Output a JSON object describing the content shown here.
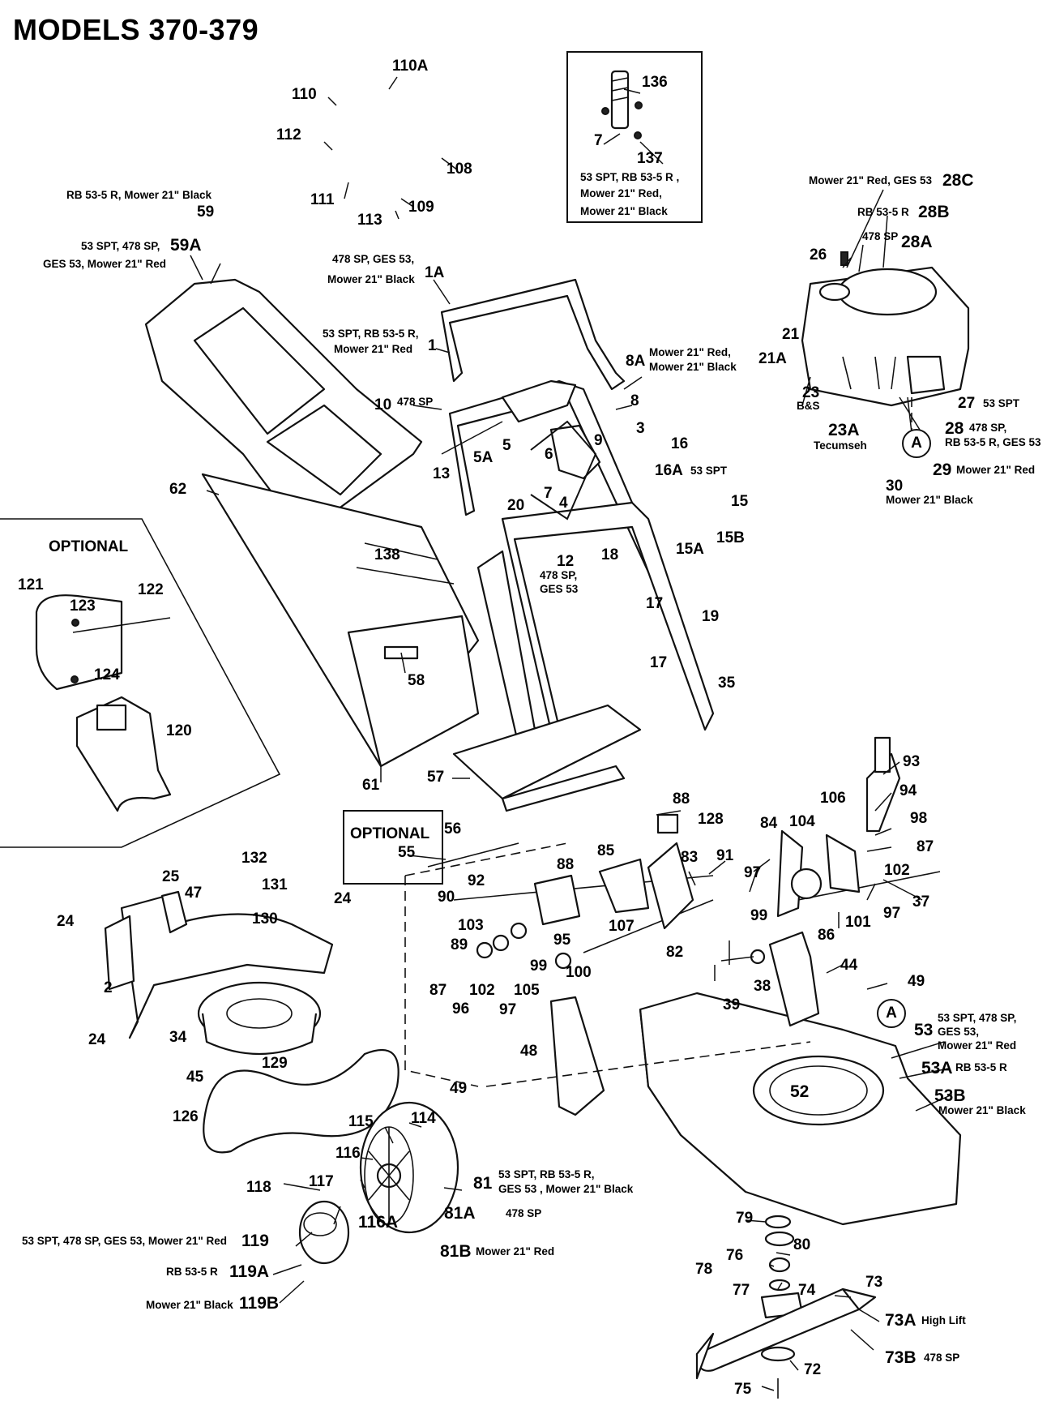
{
  "title": "MODELS 370-379",
  "optional_label": "OPTIONAL",
  "connector_label": "A",
  "callouts": {
    "c136": "136",
    "c7a": "7",
    "c137": "137",
    "c110A": "110A",
    "c110": "110",
    "c112": "112",
    "c108": "108",
    "c111": "111",
    "c109": "109",
    "c113": "113",
    "c59": "59",
    "c59A": "59A",
    "c1A": "1A",
    "c1": "1",
    "c8A": "8A",
    "c8": "8",
    "c10": "10",
    "c3": "3",
    "c16": "16",
    "c16A": "16A",
    "c6": "6",
    "c9": "9",
    "c5": "5",
    "c5A": "5A",
    "c13": "13",
    "c7b": "7",
    "c4": "4",
    "c20": "20",
    "c15": "15",
    "c15A": "15A",
    "c15B": "15B",
    "c18": "18",
    "c12": "12",
    "c17a": "17",
    "c17b": "17",
    "c19": "19",
    "c35": "35",
    "c62": "62",
    "c138": "138",
    "c58": "58",
    "c61": "61",
    "c57": "57",
    "c121": "121",
    "c123": "123",
    "c122": "122",
    "c124": "124",
    "c120": "120",
    "c28C": "28C",
    "c28B": "28B",
    "c28A": "28A",
    "c26": "26",
    "c21": "21",
    "c21A": "21A",
    "c23": "23",
    "c23A": "23A",
    "c27": "27",
    "c28": "28",
    "c29": "29",
    "c30": "30",
    "c93": "93",
    "c94": "94",
    "c106": "106",
    "c84": "84",
    "c104": "104",
    "c98": "98",
    "c87a": "87",
    "c102a": "102",
    "c88a": "88",
    "c128": "128",
    "c56": "56",
    "c55": "55",
    "c85": "85",
    "c83": "83",
    "c91": "91",
    "c97a": "97",
    "c92": "92",
    "c88b": "88",
    "c90": "90",
    "c37": "37",
    "c99a": "99",
    "c101": "101",
    "c97b": "97",
    "c86": "86",
    "c107": "107",
    "c103": "103",
    "c95": "95",
    "c82": "82",
    "c89": "89",
    "c99b": "99",
    "c100": "100",
    "c87b": "87",
    "c102b": "102",
    "c105": "105",
    "c96": "96",
    "c97c": "97",
    "c44": "44",
    "c49a": "49",
    "c38": "38",
    "c39": "39",
    "c53": "53",
    "c53A": "53A",
    "c53B": "53B",
    "c52": "52",
    "c48": "48",
    "c49b": "49",
    "c132": "132",
    "c25": "25",
    "c47": "47",
    "c131": "131",
    "c24a": "24",
    "c24b": "24",
    "c130": "130",
    "c2": "2",
    "c24c": "24",
    "c34": "34",
    "c129": "129",
    "c45": "45",
    "c126": "126",
    "c114": "114",
    "c115": "115",
    "c116": "116",
    "c117": "117",
    "c118": "118",
    "c81": "81",
    "c81A": "81A",
    "c116A": "116A",
    "c81B": "81B",
    "c119": "119",
    "c119A": "119A",
    "c119B": "119B",
    "c79": "79",
    "c80": "80",
    "c76": "76",
    "c78": "78",
    "c77": "77",
    "c74": "74",
    "c73": "73",
    "c73A": "73A",
    "c73B": "73B",
    "c72": "72",
    "c75": "75"
  },
  "notes": {
    "n137": "53 SPT, RB 53-5 R ,",
    "n137b": "Mower 21\" Red,",
    "n137c": "Mower 21\" Black",
    "n59": "RB 53-5 R, Mower 21\" Black",
    "n59A": "53 SPT, 478 SP,",
    "n59Ab": "GES 53, Mower 21\" Red",
    "n1A": "478 SP, GES 53,",
    "n1Ab": "Mower 21\" Black",
    "n1": "53 SPT, RB 53-5 R,",
    "n1b": "Mower 21\" Red",
    "n8A": "Mower 21\" Red,",
    "n8Ab": "Mower 21\" Black",
    "n10": "478 SP",
    "n16A": "53 SPT",
    "n12": "478 SP,",
    "n12b": "GES 53",
    "n28C": "Mower 21\" Red, GES 53",
    "n28B": "RB 53-5 R",
    "n28A": "478 SP",
    "n23": "B&S",
    "n23A": "Tecumseh",
    "n27": "53 SPT",
    "n28": "478 SP,",
    "n28b": "RB 53-5 R, GES 53",
    "n29": "Mower 21\" Red",
    "n30": "Mower 21\" Black",
    "n53": "53 SPT, 478 SP,",
    "n53b": "GES 53,",
    "n53c": "Mower 21\" Red",
    "n53A": "RB 53-5 R",
    "n53B": "Mower 21\" Black",
    "n81": "53 SPT, RB 53-5 R,",
    "n81b": "GES 53 , Mower 21\" Black",
    "n81A": "478 SP",
    "n81B": "Mower 21\" Red",
    "n119": "53 SPT, 478 SP, GES 53, Mower 21\" Red",
    "n119A": "RB 53-5 R",
    "n119B": "Mower 21\" Black",
    "n73A": "High Lift",
    "n73B": "478 SP"
  }
}
